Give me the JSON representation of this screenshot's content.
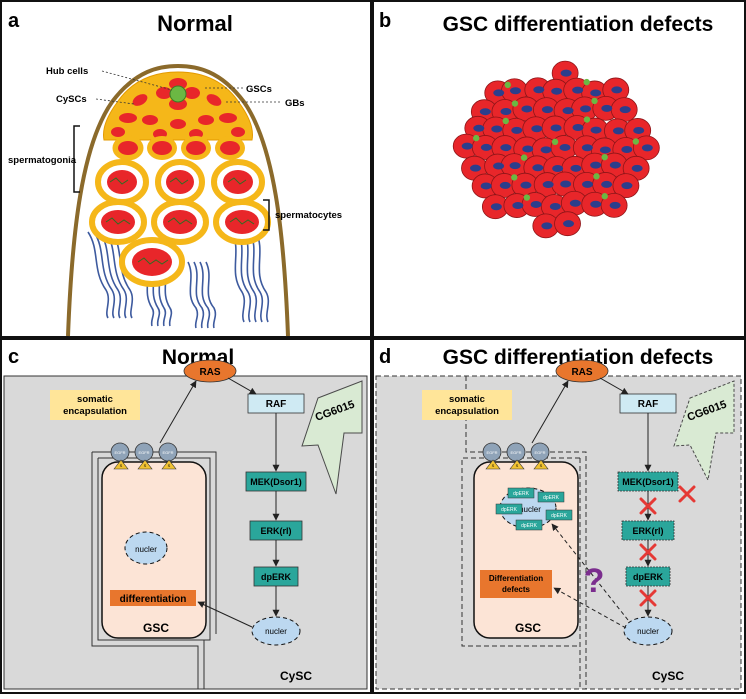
{
  "colors": {
    "cell_red": "#e8262a",
    "nucleus_blue": "#2c3e8c",
    "gsc_green": "#6bb843",
    "cyst_yellow": "#f5b719",
    "testis_outline": "#8b6a2b",
    "sperm_blue": "#3d5a9e",
    "panel_gray": "#d9d9d9",
    "ras_orange": "#e8762d",
    "raf_blue": "#cfeaf3",
    "kinase_teal": "#2aa69b",
    "nucleus_fill": "#bcd8f0",
    "gsc_cell_fill": "#fce4d6",
    "somatic_yellow": "#ffe599",
    "diff_orange": "#e8762d",
    "receptor_gray": "#8fa3b8",
    "ligand_yellow": "#f1c232",
    "cg6015_green": "#d9ead3",
    "block_red": "#e53935",
    "question_purple": "#7b2d8e"
  },
  "panel_a": {
    "letter": "a",
    "title": "Normal",
    "labels": {
      "hub": "Hub cells",
      "gscs": "GSCs",
      "cyscs": "CySCs",
      "gbs": "GBs",
      "spermatogonia": "spermatogonia",
      "spermatocytes": "spermatocytes"
    }
  },
  "panel_b": {
    "letter": "b",
    "title": "GSC differentiation defects"
  },
  "panel_c": {
    "letter": "c",
    "title": "Normal",
    "somatic": [
      "somatic",
      "encapsulation"
    ],
    "receptor": "EGFR",
    "ligand": "S",
    "ras": "RAS",
    "raf": "RAF",
    "mek": "MEK(Dsor1)",
    "erk": "ERK(rl)",
    "dperk": "dpERK",
    "nucleus": "nucler",
    "differentiation": "differentiation",
    "gsc": "GSC",
    "cysc": "CySC",
    "cg6015": "CG6015"
  },
  "panel_d": {
    "letter": "d",
    "title": "GSC differentiation defects",
    "somatic": [
      "somatic",
      "encapsulation"
    ],
    "receptor": "EGFR",
    "ligand": "S",
    "ras": "RAS",
    "raf": "RAF",
    "mek": "MEK(Dsor1)",
    "erk": "ERK(rl)",
    "dperk": "dpERK",
    "nucleus": "nucler",
    "small_dperk": "dpERK",
    "defects": [
      "Differentiation",
      "defects"
    ],
    "question": "?",
    "gsc": "GSC",
    "cysc": "CySC",
    "cg6015": "CG6015"
  }
}
